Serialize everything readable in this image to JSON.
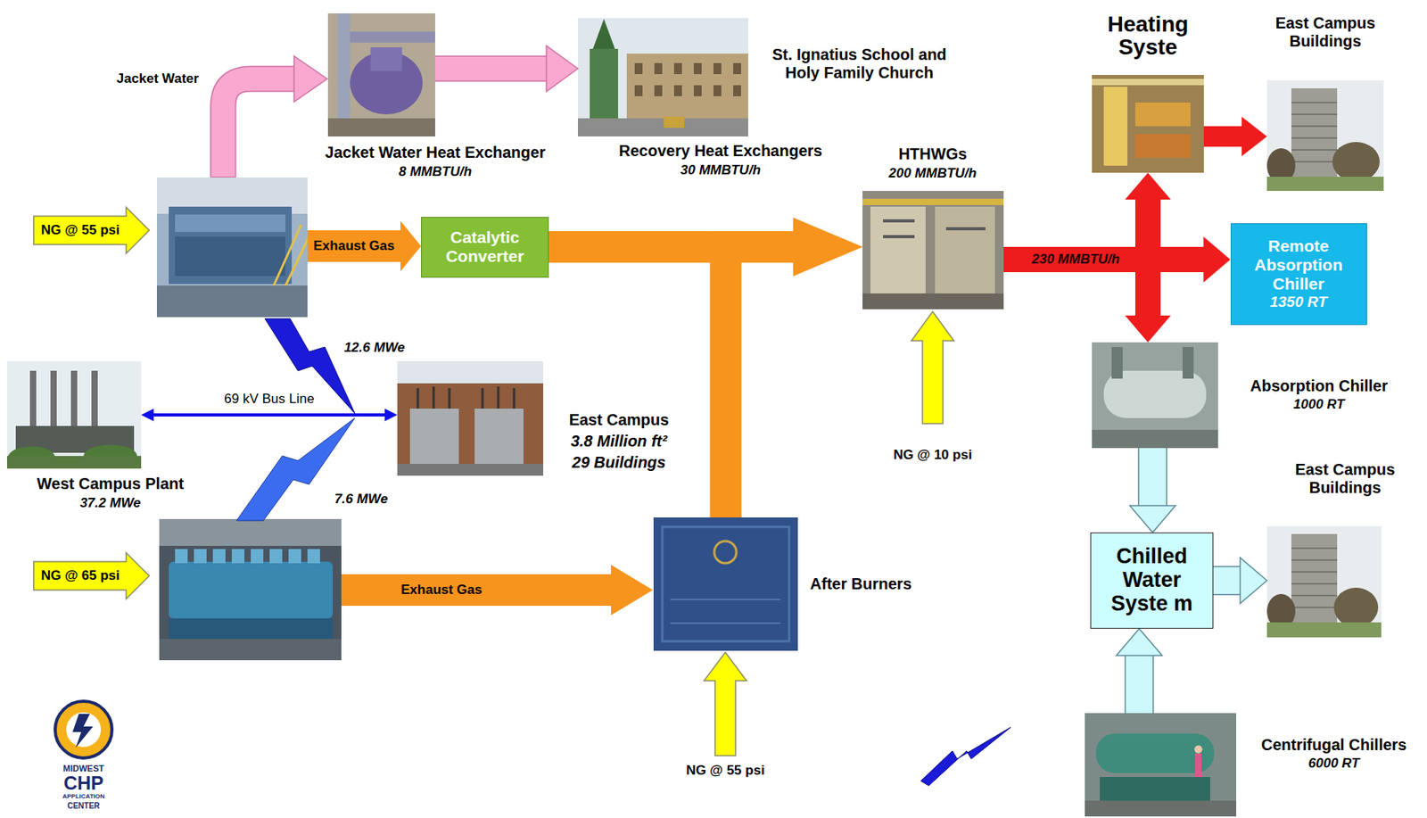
{
  "diagram": {
    "nodes": [
      {
        "text": [
          "Jacket Water Heat Exchanger",
          "8 MMBTU/h"
        ]
      },
      {
        "text": [
          "St. Ignatius School and Holy Family Church",
          "Recovery Heat Exchangers",
          "30 MMBTU/h"
        ]
      },
      {
        "text": [
          "Heating Syste"
        ]
      },
      {
        "text": [
          "East Campus Buildings"
        ]
      },
      {
        "text": [
          "NG @ 55 psi"
        ]
      },
      {
        "text": [
          "Catalytic Converter"
        ]
      },
      {
        "text": [
          "HTHWGs",
          "200 MMBTU/h"
        ]
      },
      {
        "text": [
          "Remote Absorption Chiller",
          "1350 RT"
        ]
      },
      {
        "text": [
          "West Campus Plant",
          "37.2 MWe"
        ]
      },
      {
        "text": [
          "East Campus",
          "3.8 Million ft²",
          "29 Buildings"
        ]
      },
      {
        "text": [
          "Absorption Chiller",
          "1000 RT"
        ]
      },
      {
        "text": [
          "NG @ 65 psi"
        ]
      },
      {
        "text": [
          "After Burners"
        ]
      },
      {
        "text": [
          "Chilled Water Syste m"
        ]
      },
      {
        "text": [
          "East Campus Buildings"
        ]
      },
      {
        "text": [
          "Centrifugal Chillers",
          "6000 RT"
        ]
      }
    ],
    "edges": [
      {
        "from": 0,
        "to": 1,
        "arrow": "to"
      },
      {
        "from": 5,
        "to": 6,
        "arrow": "to"
      },
      {
        "from": 12,
        "to": 6,
        "arrow": "to"
      },
      {
        "from": 6,
        "to": 2,
        "arrow": "to"
      },
      {
        "from": 6,
        "to": 7,
        "label": "230 MMBTU/h",
        "arrow": "to"
      },
      {
        "from": 6,
        "to": 10,
        "arrow": "to"
      },
      {
        "from": 2,
        "to": 3,
        "arrow": "to"
      },
      {
        "from": 8,
        "to": 9,
        "label": "69 kV Bus Line",
        "arrow": "both"
      },
      {
        "from": 10,
        "to": 13,
        "arrow": "to"
      },
      {
        "from": 15,
        "to": 13,
        "arrow": "to"
      },
      {
        "from": 13,
        "to": 14,
        "arrow": "to"
      }
    ],
    "labels": [
      "Jacket Water",
      "Exhaust Gas",
      "12.6 MWe",
      "7.6 MWe",
      "Exhaust Gas",
      "NG @ 10 psi",
      "NG @ 55 psi",
      "MIDWEST",
      "CHP",
      "APPLICATION",
      "CENTER"
    ]
  }
}
